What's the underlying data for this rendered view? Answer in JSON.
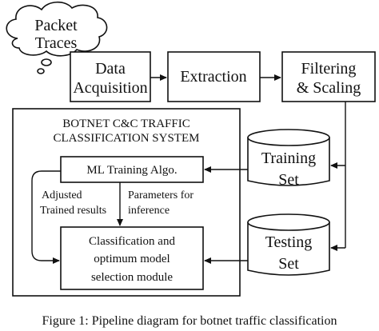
{
  "cloud_label": [
    "Packet",
    "Traces"
  ],
  "data_acquisition": [
    "Data",
    "Acquisition"
  ],
  "extraction": "Extraction",
  "filtering_scaling": [
    "Filtering",
    "& Scaling"
  ],
  "system_title": [
    "BOTNET C&C TRAFFIC",
    "CLASSIFICATION SYSTEM"
  ],
  "ml_training": "ML Training Algo.",
  "adjusted_label": [
    "Adjusted",
    "Trained results"
  ],
  "parameters_label": [
    "Parameters for",
    "inference"
  ],
  "classification_module": [
    "Classification and",
    "optimum model",
    "selection module"
  ],
  "training_set": [
    "Training",
    "Set"
  ],
  "testing_set": [
    "Testing",
    "Set"
  ],
  "caption": "Figure 1: Pipeline diagram for botnet traffic classification"
}
